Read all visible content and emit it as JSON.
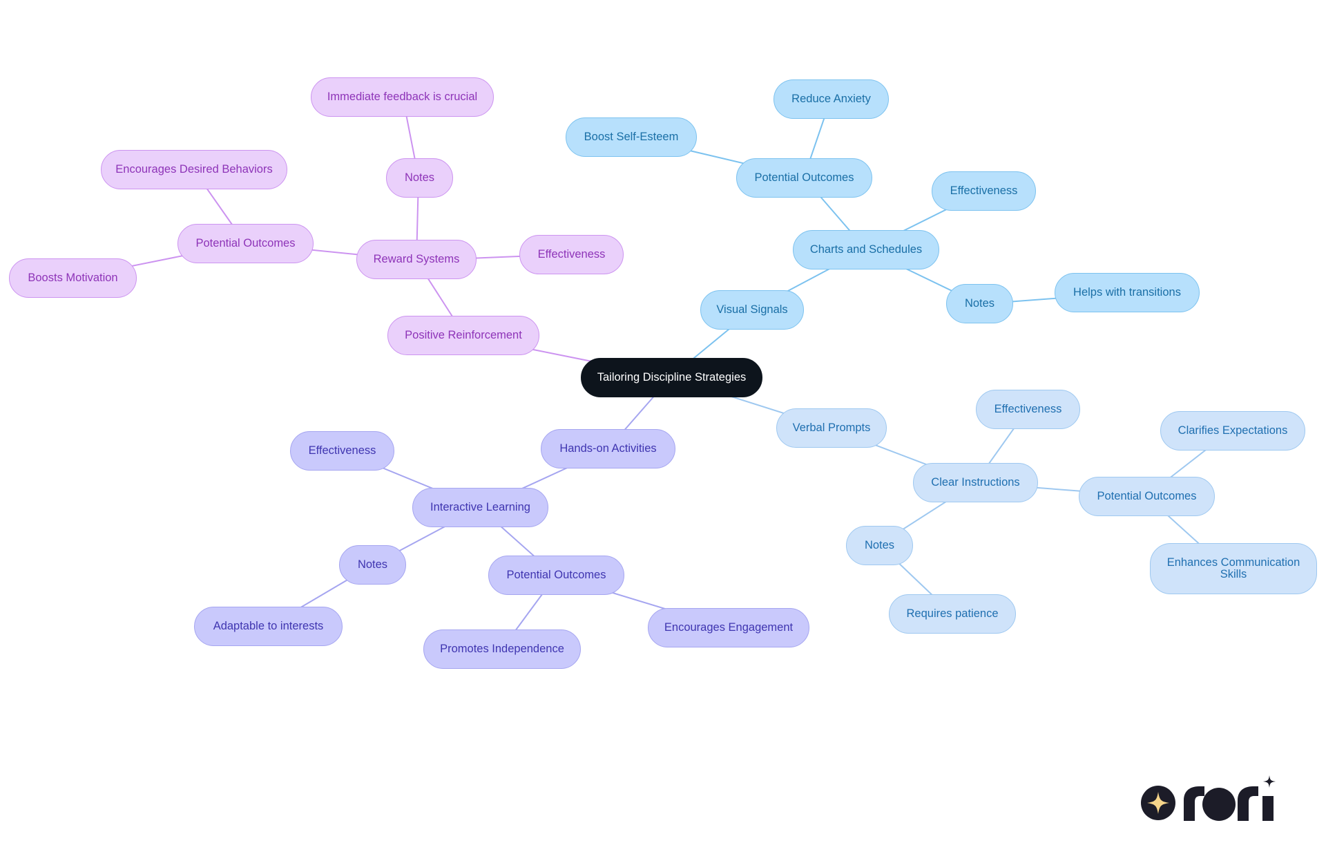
{
  "root": "Tailoring Discipline Strategies",
  "positive_reinforcement": {
    "label": "Positive Reinforcement",
    "reward_systems": {
      "label": "Reward Systems",
      "notes": {
        "label": "Notes",
        "detail": "Immediate feedback is crucial"
      },
      "effectiveness": "Effectiveness",
      "potential_outcomes": {
        "label": "Potential Outcomes",
        "items": [
          "Encourages Desired Behaviors",
          "Boosts Motivation"
        ]
      }
    }
  },
  "visual_signals": {
    "label": "Visual Signals",
    "charts_and_schedules": {
      "label": "Charts and Schedules",
      "potential_outcomes": {
        "label": "Potential Outcomes",
        "items": [
          "Reduce Anxiety",
          "Boost Self-Esteem"
        ]
      },
      "effectiveness": "Effectiveness",
      "notes": {
        "label": "Notes",
        "detail": "Helps with transitions"
      }
    }
  },
  "hands_on": {
    "label": "Hands-on Activities",
    "interactive_learning": {
      "label": "Interactive Learning",
      "effectiveness": "Effectiveness",
      "notes": {
        "label": "Notes",
        "detail": "Adaptable to interests"
      },
      "potential_outcomes": {
        "label": "Potential Outcomes",
        "items": [
          "Promotes Independence",
          "Encourages Engagement"
        ]
      }
    }
  },
  "verbal_prompts": {
    "label": "Verbal Prompts",
    "clear_instructions": {
      "label": "Clear Instructions",
      "effectiveness": "Effectiveness",
      "potential_outcomes": {
        "label": "Potential Outcomes",
        "items": [
          "Clarifies Expectations",
          "Enhances Communication Skills"
        ]
      },
      "notes": {
        "label": "Notes",
        "detail": "Requires patience"
      }
    }
  },
  "colors": {
    "root": "#0d141c",
    "purple_branch": "#cc93f0",
    "indigo_branch": "#a5a5f0",
    "sky_branch": "#7cc2ef",
    "pale_branch": "#9ec8f0",
    "logo": "#1c1c28",
    "logo_star": "#f5d48a"
  },
  "logo": {
    "text": "rori",
    "icon": "sparkle-star-icon"
  }
}
